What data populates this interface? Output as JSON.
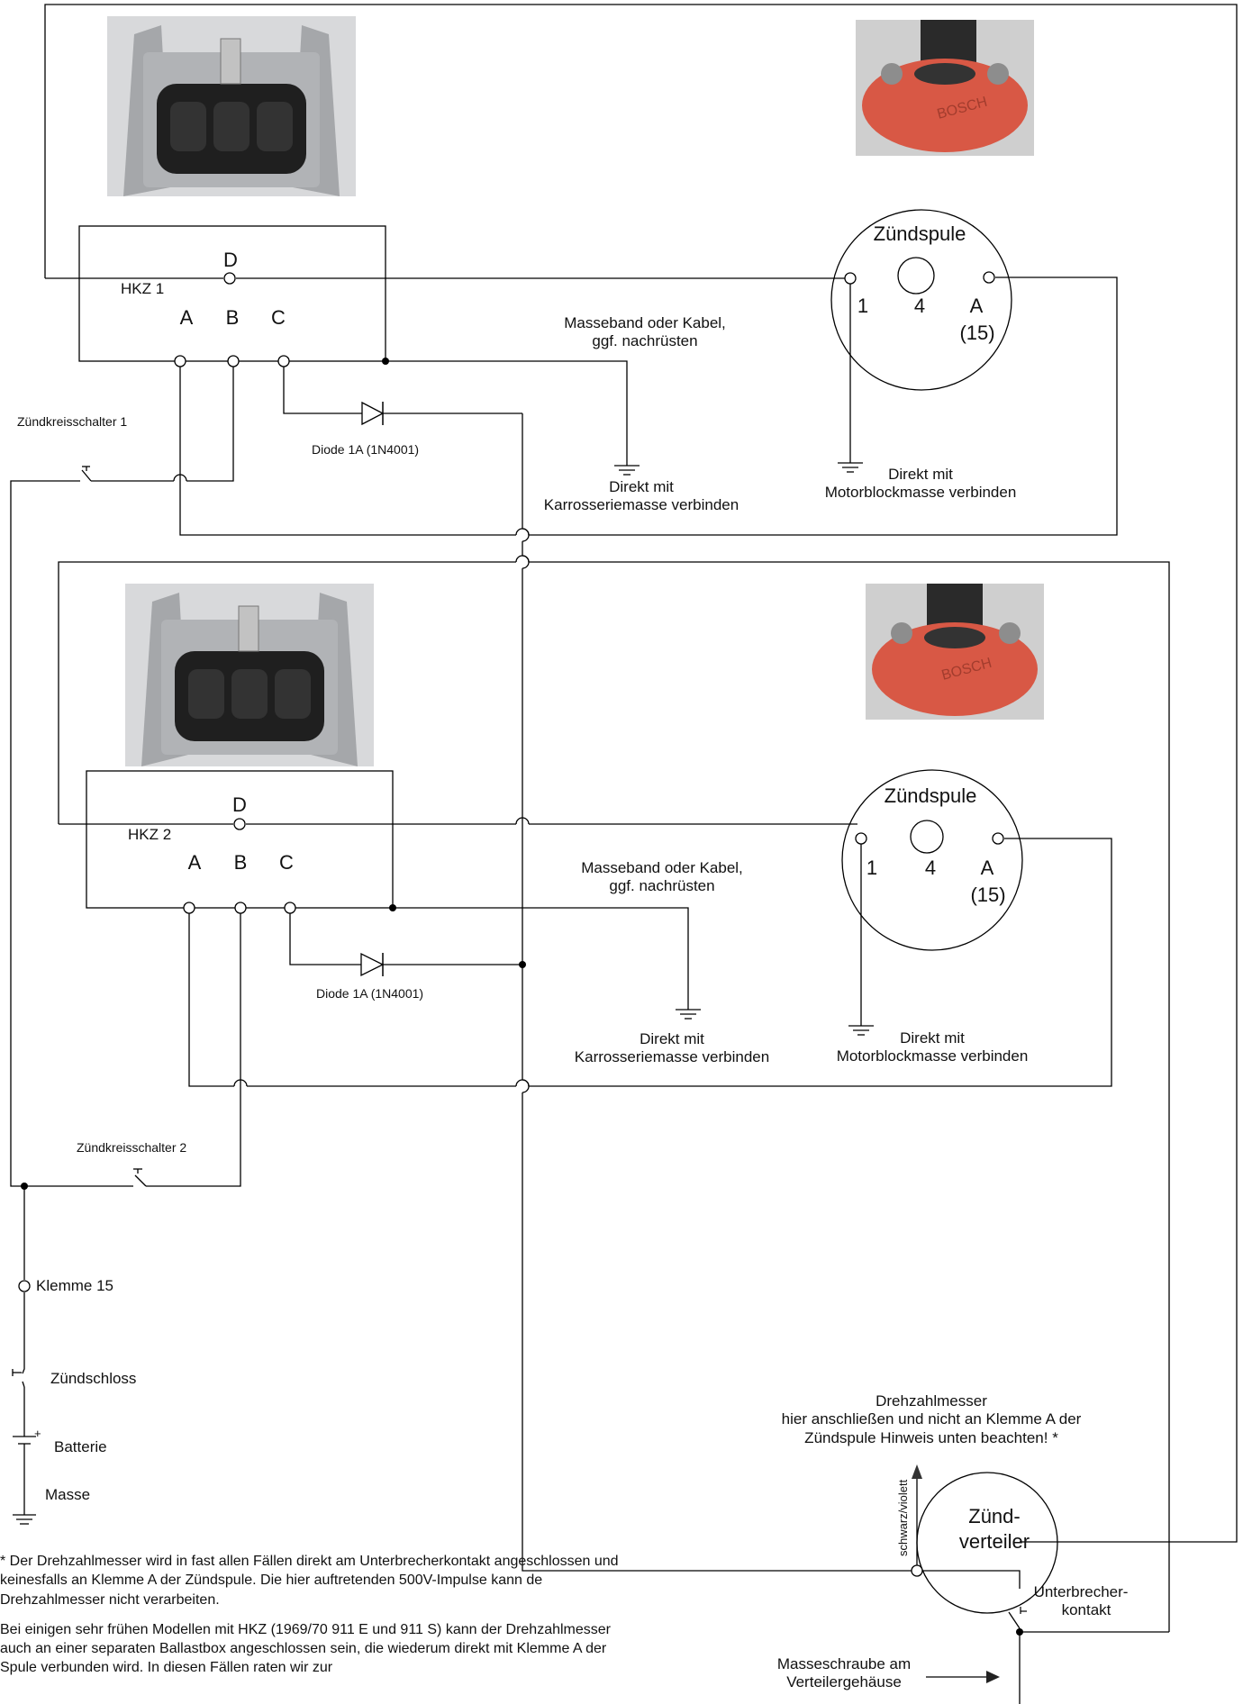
{
  "units": [
    {
      "hkz_label": "HKZ 1",
      "terminal_labels": {
        "a": "A",
        "b": "B",
        "c": "C",
        "d": "D"
      },
      "switch_label": "Zündkreisschalter 1",
      "diode_label": "Diode 1A (1N4001)",
      "ground_strap_note": [
        "Masseband oder Kabel,",
        "ggf. nachrüsten"
      ],
      "body_ground_note": [
        "Direkt mit",
        "Karrosseriemasse verbinden"
      ],
      "coil": {
        "title": "Zündspule",
        "pin_labels": [
          "1",
          "4",
          "A",
          "(15)"
        ],
        "brand_marking": "BOSCH"
      },
      "engine_ground_note": [
        "Direkt mit",
        "Motorblockmasse verbinden"
      ]
    },
    {
      "hkz_label": "HKZ 2",
      "terminal_labels": {
        "a": "A",
        "b": "B",
        "c": "C",
        "d": "D"
      },
      "switch_label": "Zündkreisschalter 2",
      "diode_label": "Diode 1A (1N4001)",
      "ground_strap_note": [
        "Masseband oder Kabel,",
        "ggf. nachrüsten"
      ],
      "body_ground_note": [
        "Direkt mit",
        "Karrosseriemasse verbinden"
      ],
      "coil": {
        "title": "Zündspule",
        "pin_labels": [
          "1",
          "4",
          "A",
          "(15)"
        ],
        "brand_marking": "BOSCH"
      },
      "engine_ground_note": [
        "Direkt mit",
        "Motorblockmasse verbinden"
      ]
    }
  ],
  "supply": {
    "terminal_label": "Klemme 15",
    "ignition_lock_label": "Zündschloss",
    "battery_label": "Batterie",
    "ground_label": "Masse"
  },
  "tachometer_note": [
    "Drehzahlmesser",
    "hier anschließen und nicht an Klemme A der",
    "Zündspule Hinweis unten beachten! *"
  ],
  "distributor": {
    "title": [
      "Zünd-",
      "verteiler"
    ],
    "wire_label": "schwarz/violett",
    "breaker_label": [
      "Unterbrecher-",
      "kontakt"
    ],
    "ground_screw_label": [
      "Masseschraube am",
      "Verteilergehäuse"
    ]
  },
  "footnote": {
    "p1": "* Der Drehzahlmesser wird in fast allen Fällen direkt am Unterbrecherkontakt angeschlossen und keinesfalls an Klemme A der Zündspule. Die hier auftretenden 500V-Impulse kann de Drehzahlmesser nicht verarbeiten.",
    "p2": "Bei einigen sehr frühen Modellen mit HKZ (1969/70 911 E und 911 S) kann der Drehzahlmesser auch an einer separaten Ballastbox angeschlossen sein, die wiederum direkt mit Klemme A der Spule verbunden wird. In diesen Fällen raten wir zur"
  },
  "colors": {
    "wire": "#000000",
    "module_housing": "#a7a9ab",
    "module_connector": "#1f1f1f",
    "coil_cap": "#d85845",
    "coil_body": "#2a2a2a"
  }
}
